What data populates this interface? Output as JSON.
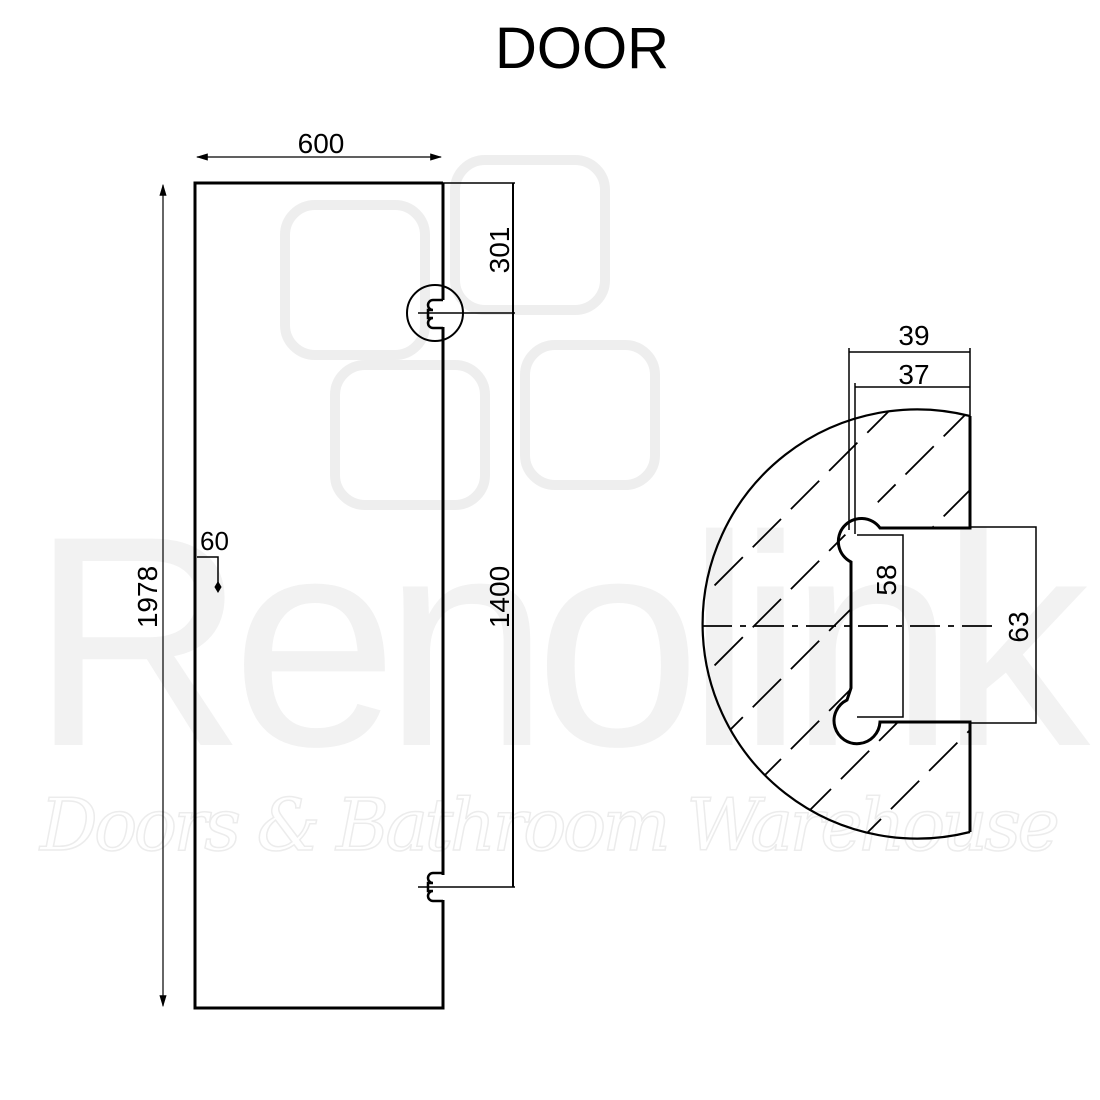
{
  "title": "DOOR",
  "watermark": {
    "brand": "Renolink",
    "tagline": "Doors & Bathroom Warehouse"
  },
  "door_view": {
    "width_dim": "600",
    "height_dim": "1978",
    "top_hinge_dim": "301",
    "hinge_spacing_dim": "1400",
    "handle_offset_dim": "60"
  },
  "hinge_detail": {
    "outer_width_dim": "39",
    "inner_width_dim": "37",
    "inner_height_dim": "58",
    "outer_height_dim": "63"
  },
  "colors": {
    "line": "#000000",
    "watermark": "#f0f0f0"
  }
}
